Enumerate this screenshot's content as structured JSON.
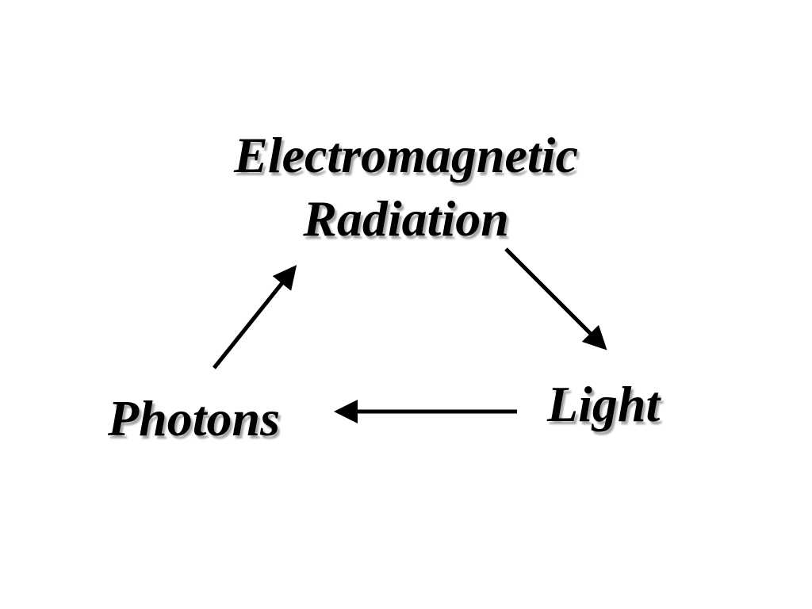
{
  "diagram": {
    "nodes": {
      "top": {
        "line1": "Electromagnetic",
        "line2": "Radiation"
      },
      "left": {
        "label": "Photons"
      },
      "right": {
        "label": "Light"
      }
    },
    "edges": [
      {
        "from": "top",
        "to": "right"
      },
      {
        "from": "right",
        "to": "left"
      },
      {
        "from": "left",
        "to": "top"
      }
    ]
  }
}
